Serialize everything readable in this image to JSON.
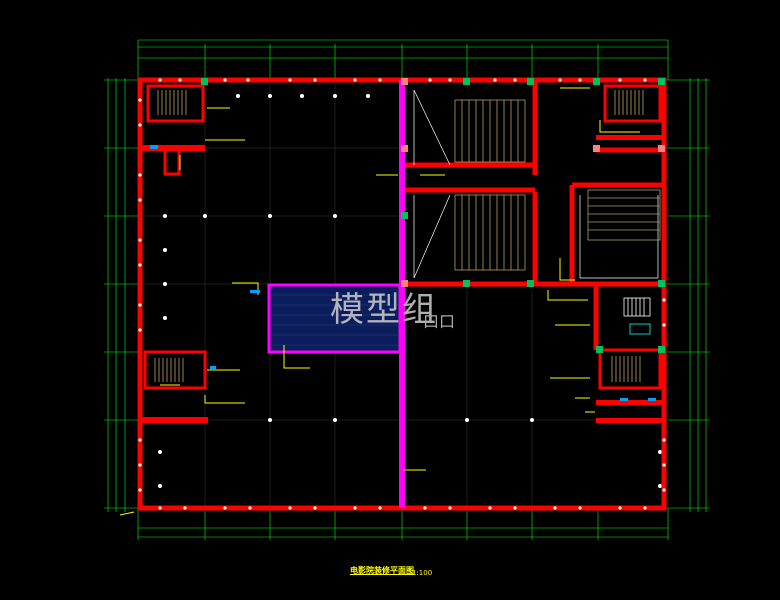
{
  "drawing": {
    "title": "电影院装修平面图",
    "scale": "1:100"
  },
  "watermark": {
    "text": "模型组",
    "sub": "口口"
  },
  "colors": {
    "background": "#000000",
    "wall": "#ff0000",
    "corridor": "#ff00ff",
    "dimension": "#00ff00",
    "label": "#ffff00",
    "seating": "#a0a060",
    "void_fill": "#102060",
    "column": "#ffffff",
    "marker": "#00ff80"
  }
}
